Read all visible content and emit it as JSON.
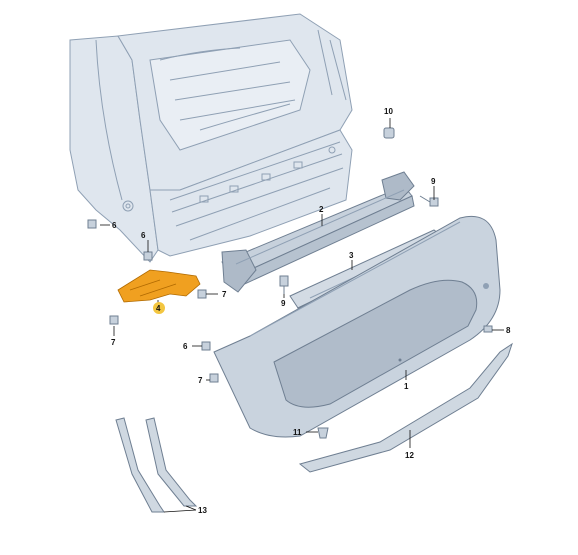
{
  "colors": {
    "background": "#ffffff",
    "body_fill": "#dfe6ee",
    "body_stroke": "#8fa0b4",
    "part_fill": "#c7d1dc",
    "highlight_part": "#f0a020",
    "highlight_label": "#f3c640",
    "text": "#111111"
  },
  "callouts": [
    {
      "id": "10",
      "label": "10"
    },
    {
      "id": "9a",
      "label": "9"
    },
    {
      "id": "2",
      "label": "2"
    },
    {
      "id": "6a",
      "label": "6"
    },
    {
      "id": "6b",
      "label": "6"
    },
    {
      "id": "3",
      "label": "3"
    },
    {
      "id": "9b",
      "label": "9"
    },
    {
      "id": "7a",
      "label": "7"
    },
    {
      "id": "4",
      "label": "4"
    },
    {
      "id": "7b",
      "label": "7"
    },
    {
      "id": "8",
      "label": "8"
    },
    {
      "id": "6c",
      "label": "6"
    },
    {
      "id": "7c",
      "label": "7"
    },
    {
      "id": "1",
      "label": "1"
    },
    {
      "id": "11",
      "label": "11"
    },
    {
      "id": "12",
      "label": "12"
    },
    {
      "id": "13",
      "label": "13"
    }
  ]
}
